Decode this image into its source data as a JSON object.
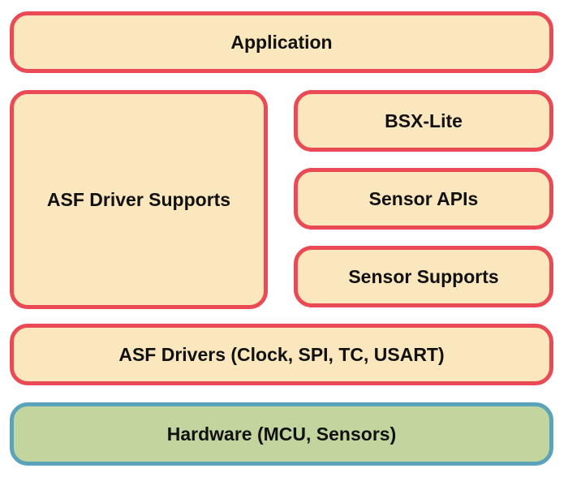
{
  "diagram": {
    "layers": {
      "application": "Application",
      "asf_driver_supports": "ASF Driver Supports",
      "bsx_lite": "BSX-Lite",
      "sensor_apis": "Sensor APIs",
      "sensor_supports": "Sensor Supports",
      "asf_drivers": "ASF Drivers (Clock, SPI, TC, USART)",
      "hardware": "Hardware (MCU, Sensors)"
    },
    "colors": {
      "software_fill": "#fbe7bd",
      "software_border": "#e94a55",
      "hardware_fill": "#c3d59e",
      "hardware_border": "#5aa3bb"
    }
  }
}
